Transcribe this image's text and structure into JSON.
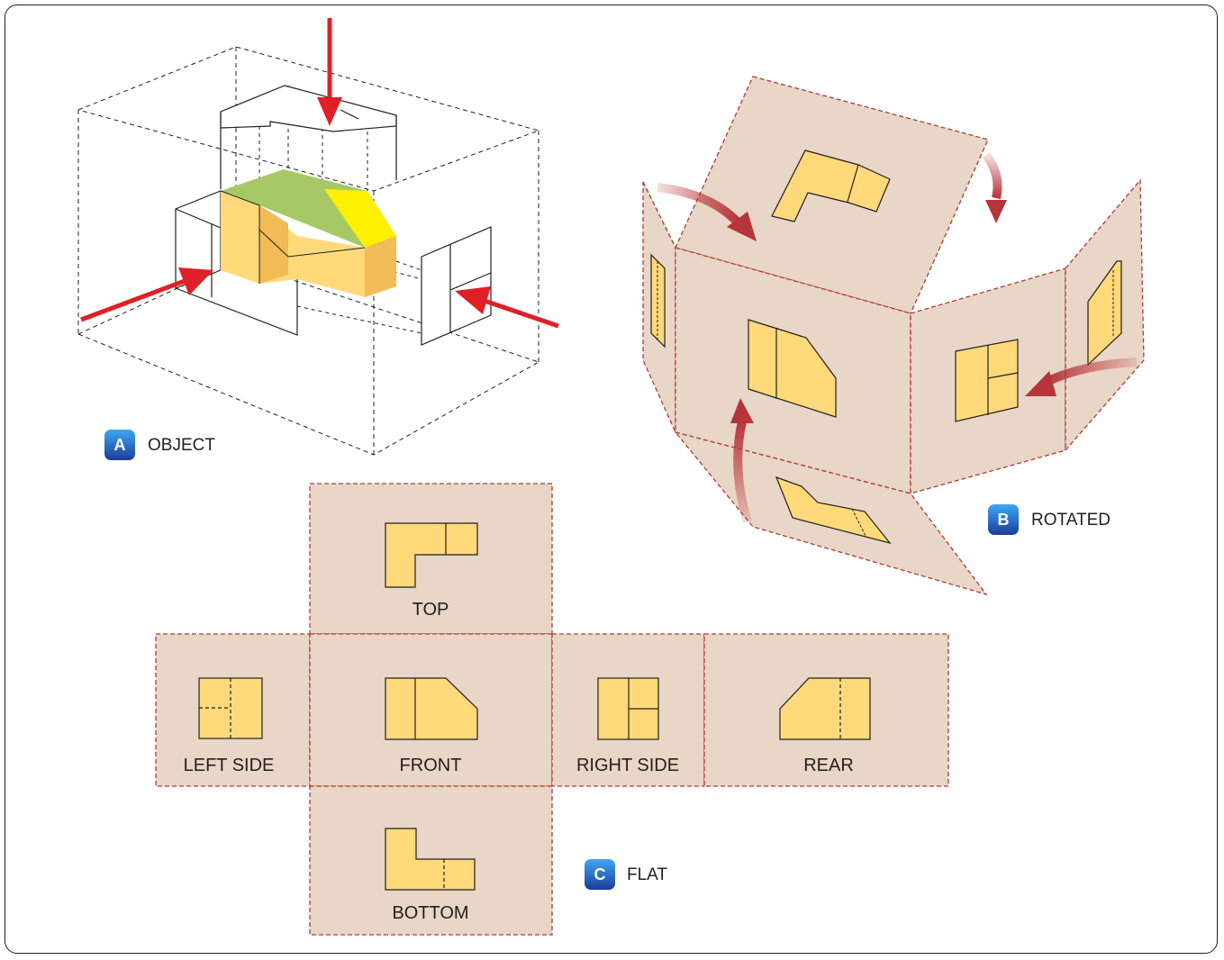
{
  "colors": {
    "panel_fill": "#e8d6c6",
    "panel_stroke": "#b03a3a",
    "face_fill": "#ffd97a",
    "face_shade": "#f2bb55",
    "top_green": "#a7c965",
    "top_yellow": "#fff000",
    "arrow_red": "#e11f26",
    "fold_arrow": "#b7343a",
    "badge": "#1f6fd1"
  },
  "sections": {
    "a": {
      "badge": "A",
      "label": "OBJECT"
    },
    "b": {
      "badge": "B",
      "label": "ROTATED"
    },
    "c": {
      "badge": "C",
      "label": "FLAT"
    }
  },
  "views": {
    "top": "TOP",
    "left_side": "LEFT SIDE",
    "front": "FRONT",
    "right_side": "RIGHT SIDE",
    "rear": "REAR",
    "bottom": "BOTTOM"
  }
}
